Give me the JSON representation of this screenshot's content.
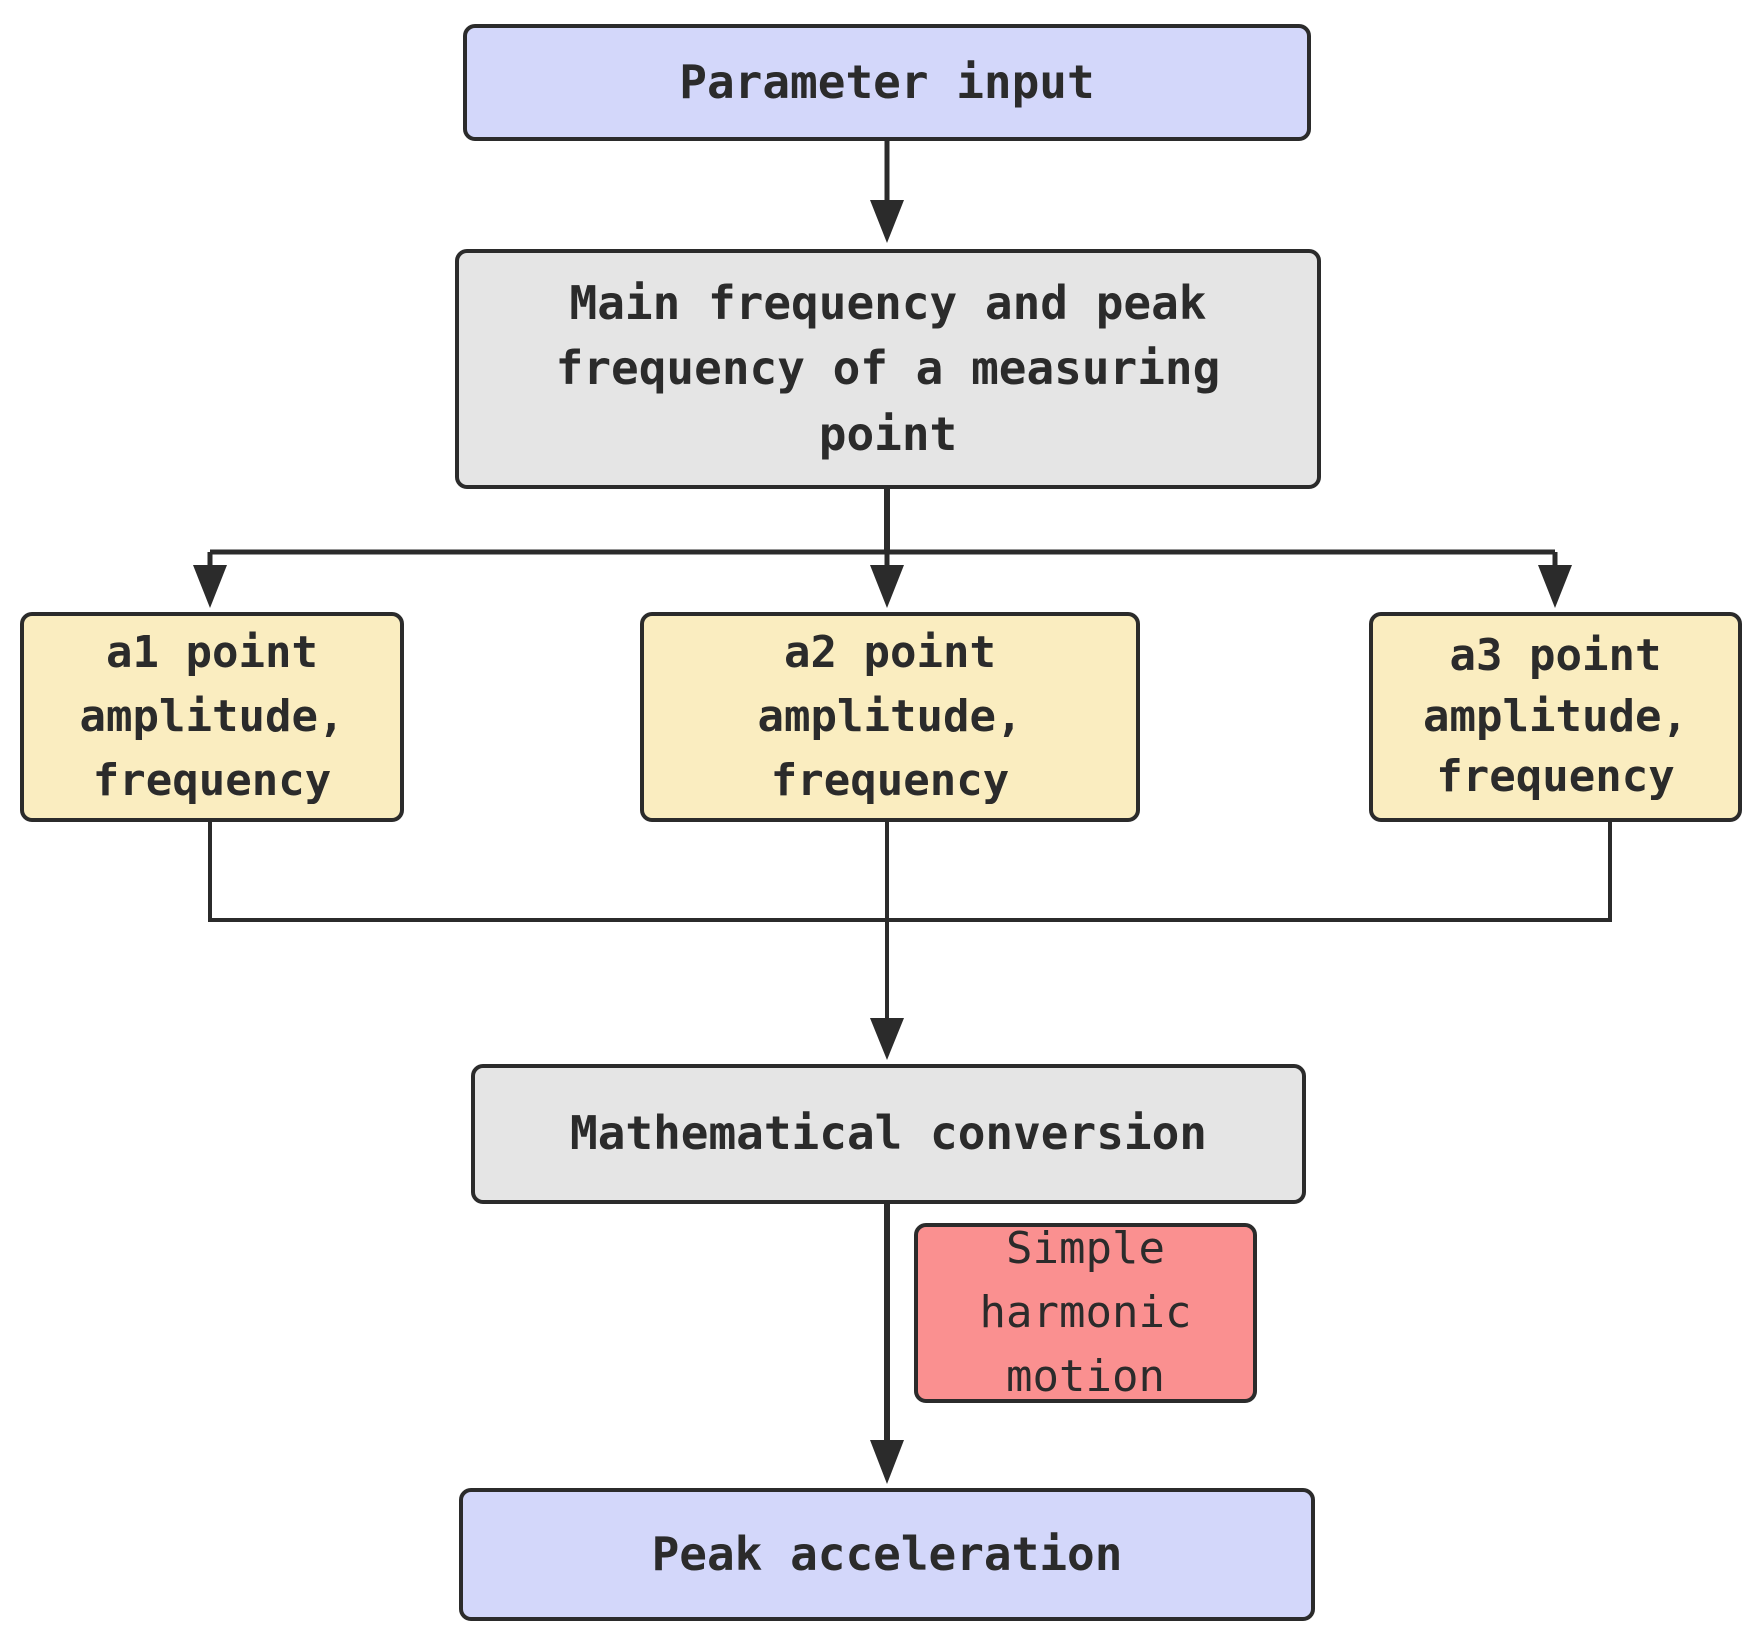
{
  "nodes": {
    "parameter_input": "Parameter input",
    "main_frequency": "Main frequency and peak\nfrequency of a measuring\npoint",
    "a1": "a1 point\namplitude,\nfrequency",
    "a2": "a2 point\namplitude,\nfrequency",
    "a3": "a3 point\namplitude,\nfrequency",
    "math_conversion": "Mathematical conversion",
    "simple_harmonic": "Simple\nharmonic\nmotion",
    "peak_acceleration": "Peak acceleration"
  },
  "colors": {
    "stroke": "#2b2b2b",
    "blue_fill": "#d3d7fa",
    "gray_fill": "#e5e5e5",
    "yellow_fill": "#faedc0",
    "red_fill": "#fa9090"
  }
}
